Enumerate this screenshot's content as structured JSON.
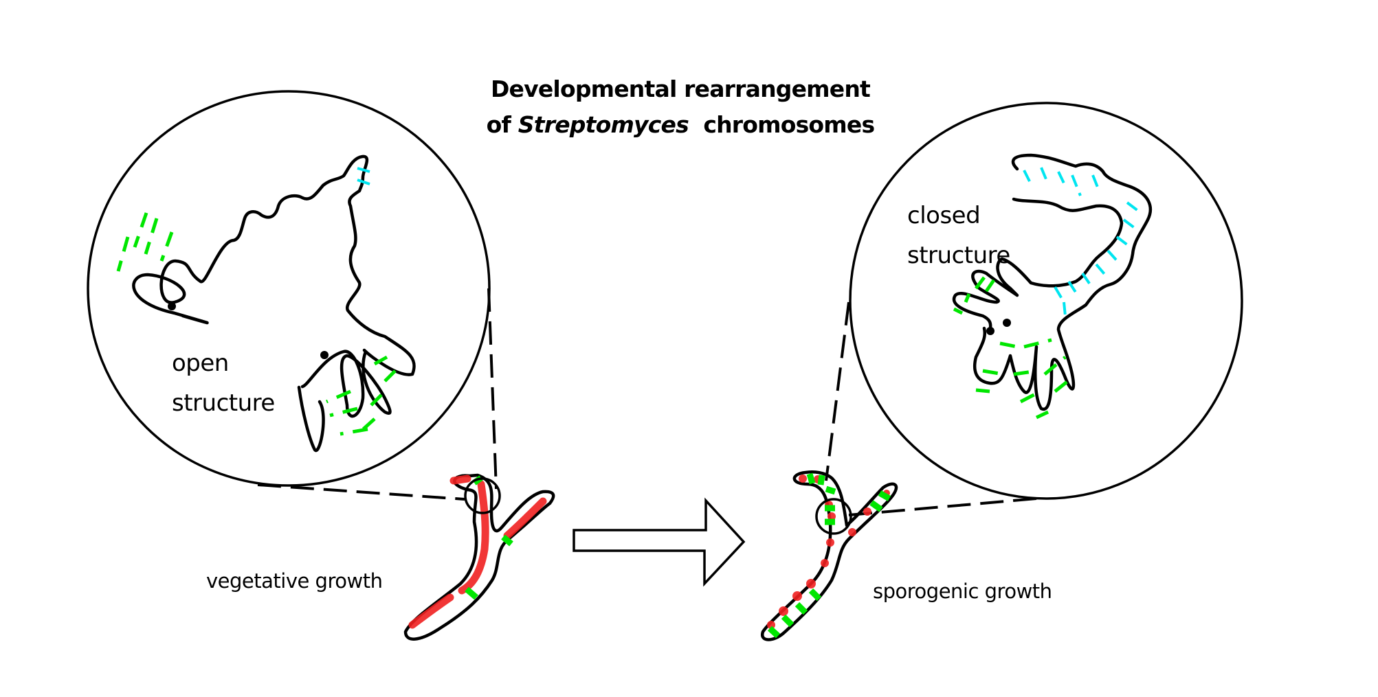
{
  "title": {
    "line1": "Developmental rearrangement",
    "line2_prefix": "of ",
    "line2_italic": "Streptomyces",
    "line2_suffix": "  chromosomes"
  },
  "left_panel": {
    "zoom_label_line1": "open",
    "zoom_label_line2": "structure",
    "hypha_label": "vegetative growth"
  },
  "right_panel": {
    "zoom_label_line1": "closed",
    "zoom_label_line2": "structure",
    "hypha_label": "sporogenic growth"
  },
  "arrow": {
    "icon": "right-arrow-icon",
    "meaning": "developmental transition"
  },
  "colors": {
    "outline": "#000000",
    "nucleoid": "#f02020",
    "septum_marker": "#00e600",
    "condensed_domain": "#00e5f0",
    "background": "#ffffff"
  }
}
